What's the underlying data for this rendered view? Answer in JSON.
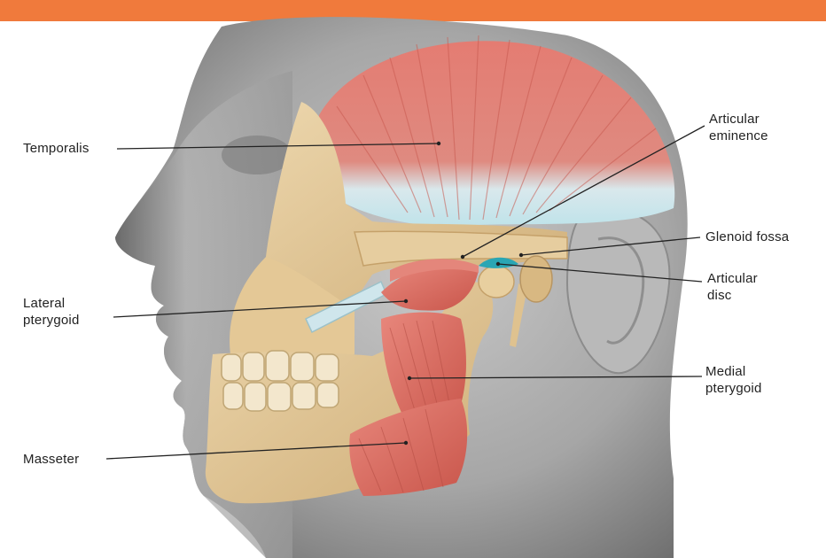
{
  "header": {
    "bar_color": "#f07a3c"
  },
  "labels": {
    "temporalis": {
      "text": "Temporalis"
    },
    "lateral_pterygoid": {
      "line1": "Lateral",
      "line2": "pterygoid"
    },
    "masseter": {
      "text": "Masseter"
    },
    "articular_eminence": {
      "line1": "Articular",
      "line2": "eminence"
    },
    "glenoid_fossa": {
      "text": "Glenoid fossa"
    },
    "articular_disc": {
      "line1": "Articular",
      "line2": "disc"
    },
    "medial_pterygoid": {
      "line1": "Medial",
      "line2": "pterygoid"
    }
  },
  "colors": {
    "muscle": "#d96a5f",
    "bone": "#e2c79a",
    "tendon": "#cde9ee",
    "disc": "#2aa6b4",
    "skin": "#9a9a9a"
  }
}
